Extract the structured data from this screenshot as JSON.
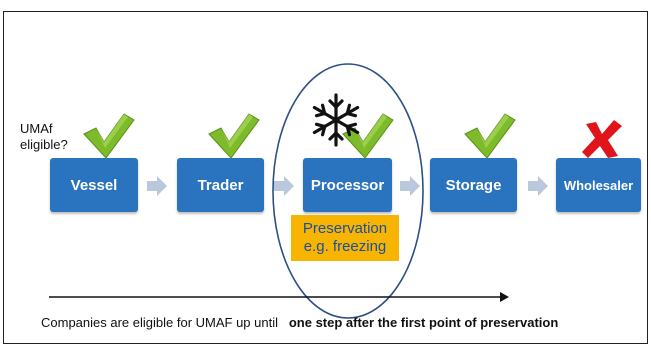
{
  "question": {
    "line1": "UMAf",
    "line2": "eligible?"
  },
  "steps": [
    {
      "label": "Vessel",
      "eligible": true
    },
    {
      "label": "Trader",
      "eligible": true
    },
    {
      "label": "Processor",
      "eligible": true
    },
    {
      "label": "Storage",
      "eligible": true
    },
    {
      "label": "Wholesaler",
      "eligible": false
    }
  ],
  "preservation": {
    "line1": "Preservation",
    "line2": "e.g. freezing"
  },
  "caption": {
    "normal": "Companies are eligible for UMAF up until",
    "bold": "one step after the first point of preservation"
  },
  "colors": {
    "box": "#2a73be",
    "arrow": "#b9c8dc",
    "check": "#7dbb2a",
    "cross": "#e0141b",
    "preservation_fill": "#f7b400",
    "preservation_text": "#1a4fa8",
    "ellipse": "#2b4f86"
  },
  "icons": {
    "eligible": "checkmark-icon",
    "not_eligible": "cross-icon",
    "freezing": "snowflake-icon"
  }
}
